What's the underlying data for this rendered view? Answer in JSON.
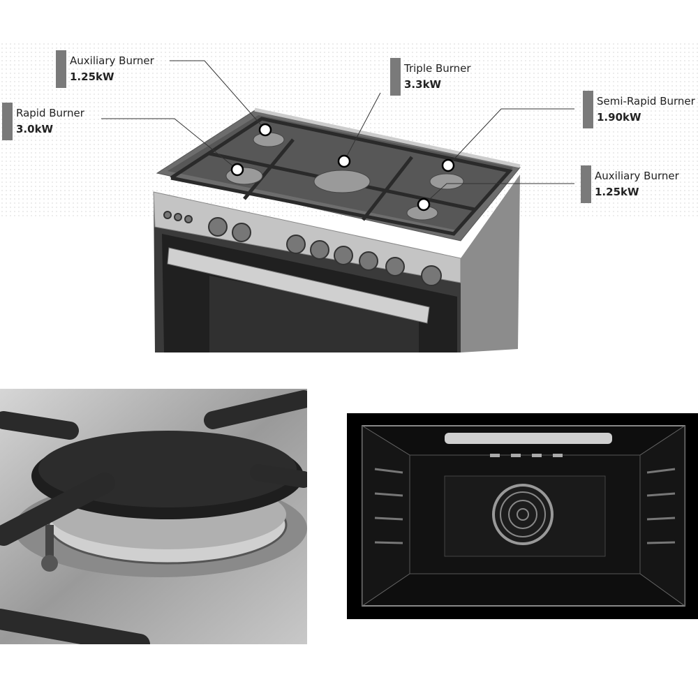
{
  "callouts": [
    {
      "name": "Auxiliary Burner",
      "power": "1.25kW"
    },
    {
      "name": "Rapid Burner",
      "power": "3.0kW"
    },
    {
      "name": "Triple Burner",
      "power": "3.3kW"
    },
    {
      "name": "Semi-Rapid Burner",
      "power": "1.90kW"
    },
    {
      "name": "Auxiliary Burner",
      "power": "1.25kW"
    }
  ],
  "colors": {
    "label_bar": "#7a7a7a",
    "oven_interior": "#0a0a0a",
    "steel": "#b5b5b5"
  }
}
